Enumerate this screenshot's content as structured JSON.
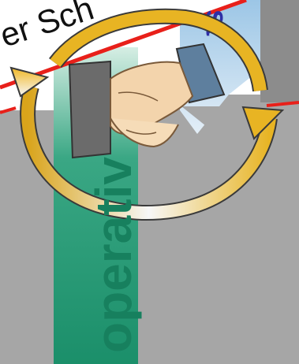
{
  "labels": {
    "banner": "er Sch",
    "pillar": "operativ",
    "top_right": "st"
  },
  "colors": {
    "background": "#ffffff",
    "grey_block": "#a6a6a6",
    "grey_dark": "#7f7f7f",
    "green_pillar": "#1b8f6a",
    "light_blue": "#bcd8ee",
    "red_line": "#e8201a",
    "blue_text": "#2e2fa6",
    "arrow_gold": "#e8b423",
    "arrow_white": "#f3f3f3"
  },
  "icons": [
    "handshake-icon",
    "cycle-arrow-icon"
  ]
}
